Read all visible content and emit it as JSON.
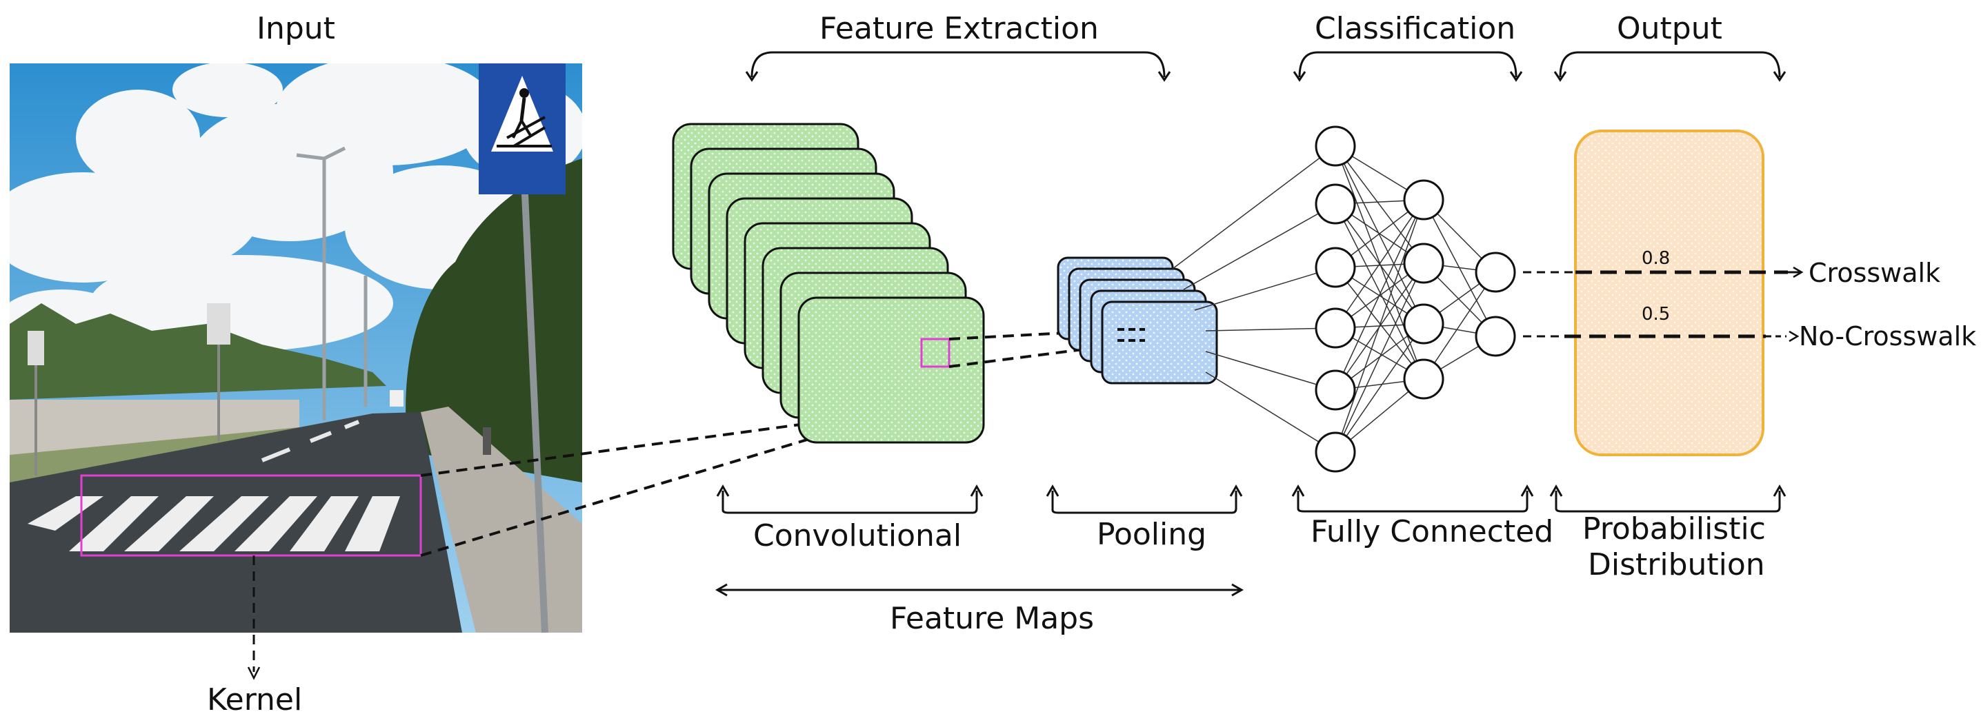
{
  "sections": {
    "input": "Input",
    "feature_extraction": "Feature Extraction",
    "classification": "Classification",
    "output": "Output"
  },
  "sublabels": {
    "convolutional": "Convolutional",
    "pooling": "Pooling",
    "fully_connected": "Fully Connected",
    "feature_maps": "Feature Maps",
    "kernel": "Kernel",
    "probabilistic_line1": "Probabilistic",
    "probabilistic_line2": "Distribution"
  },
  "outputs": [
    {
      "label": "Crosswalk",
      "probability": "0.8"
    },
    {
      "label": "No-Crosswalk",
      "probability": "0.5"
    }
  ],
  "network": {
    "layer_sizes": [
      6,
      4,
      2
    ]
  },
  "feature_map_count": 8,
  "pooling_map_count": 5,
  "colors": {
    "conv_fill": "#b4e3a8",
    "pool_fill": "#b3d1f2",
    "output_fill": "#fbe3c8",
    "output_border": "#f0b23a",
    "kernel_box": "#e040d0",
    "line": "#111111"
  },
  "photo_icons": [
    "pedestrian-crossing-sign"
  ]
}
